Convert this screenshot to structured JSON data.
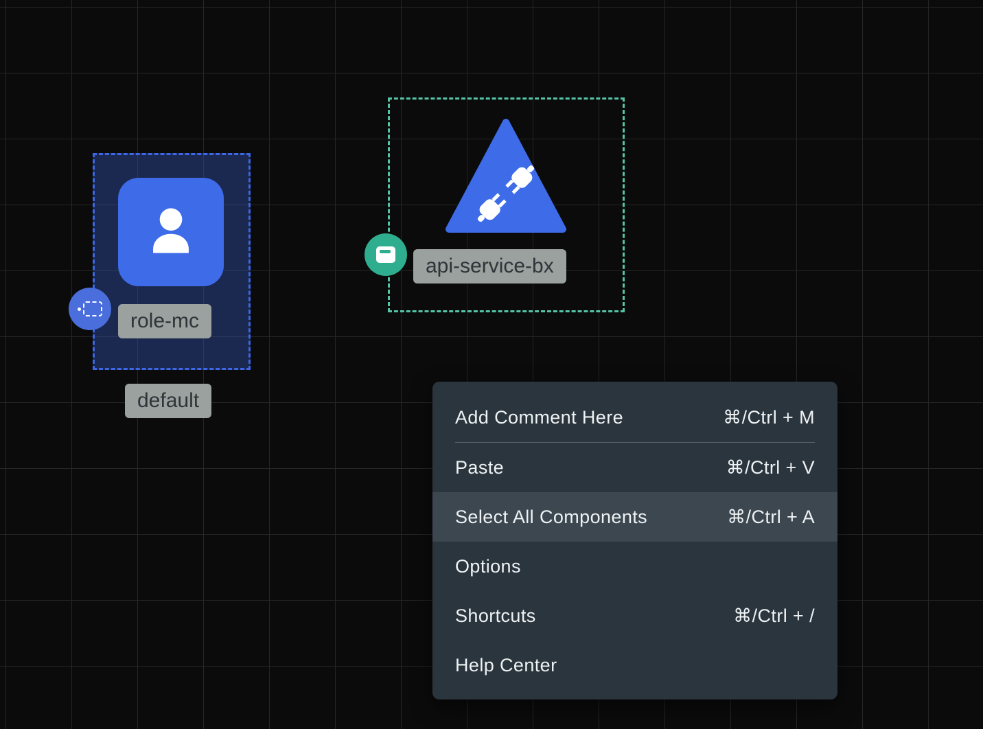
{
  "canvas": {
    "bg": "#0b0b0c",
    "grid_color": "#262626",
    "accent_blue": "#3e6be8",
    "selection_blue": "#3d67e6",
    "selection_teal": "#55c5a8",
    "badge_teal": "#2fae8f",
    "chip_bg": "#9aa19f"
  },
  "nodes": {
    "role": {
      "label": "role-mc",
      "sublabel": "default",
      "icon": "user-icon",
      "badge_icon": "marquee-selection-icon"
    },
    "api": {
      "label": "api-service-bx",
      "icon": "plug-icon",
      "badge_icon": "card-icon"
    }
  },
  "context_menu": {
    "items": [
      {
        "label": "Add Comment Here",
        "shortcut": "⌘/Ctrl + M",
        "highlighted": false
      },
      {
        "label": "Paste",
        "shortcut": "⌘/Ctrl + V",
        "highlighted": false
      },
      {
        "label": "Select All Components",
        "shortcut": "⌘/Ctrl + A",
        "highlighted": true
      },
      {
        "label": "Options",
        "shortcut": "",
        "highlighted": false
      },
      {
        "label": "Shortcuts",
        "shortcut": "⌘/Ctrl + /",
        "highlighted": false
      },
      {
        "label": "Help Center",
        "shortcut": "",
        "highlighted": false
      }
    ]
  }
}
